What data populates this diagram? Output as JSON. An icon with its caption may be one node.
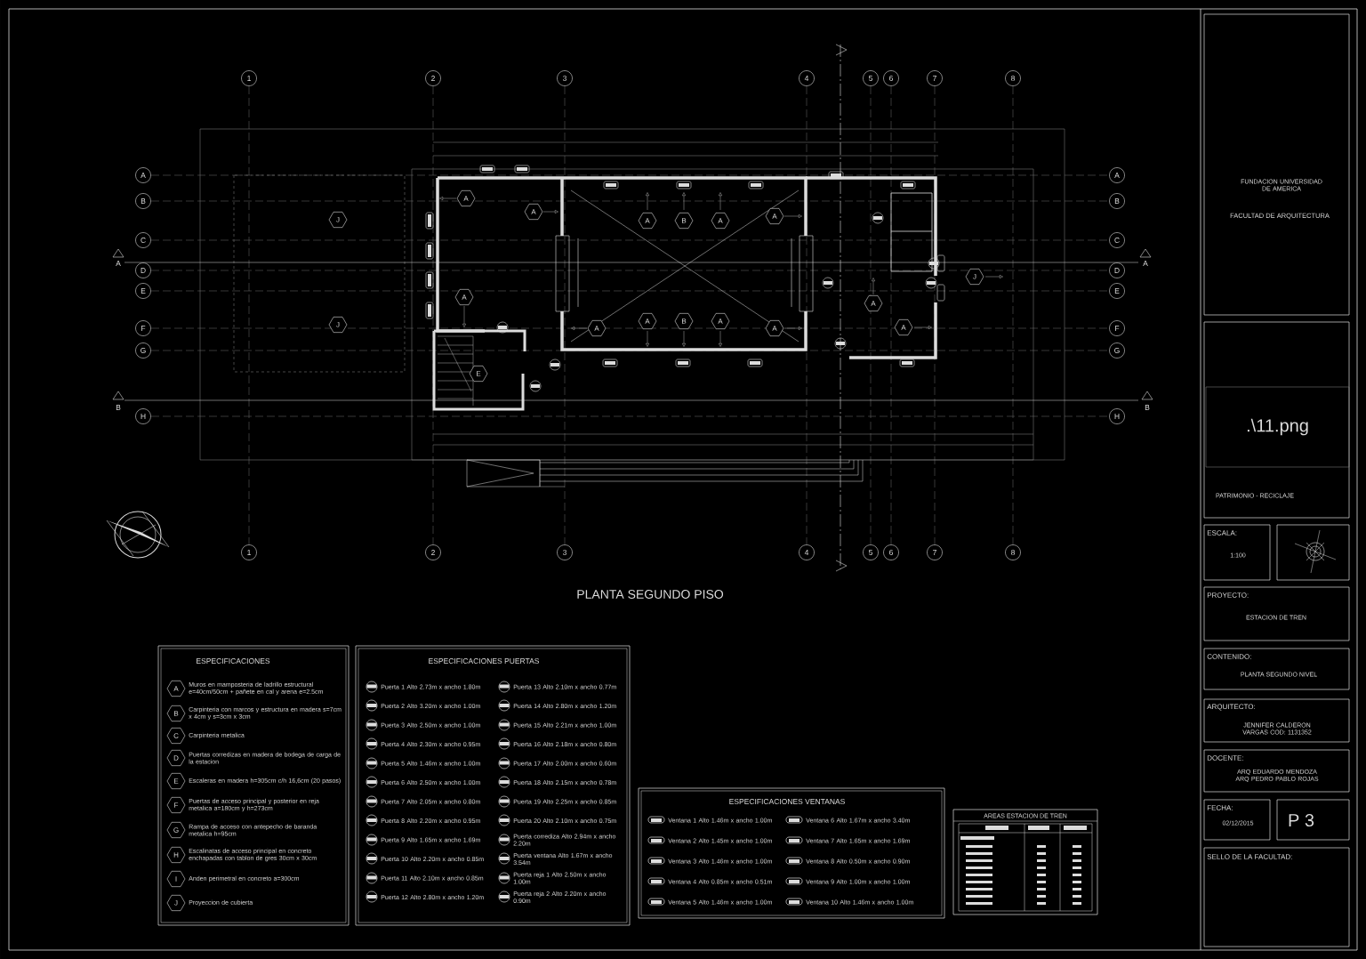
{
  "diagram": {
    "title": "PLANTA SEGUNDO PISO",
    "nodes": [
      {
        "text": [
          "ESPECIFICACIONES",
          "Muros en mamposteria de ladrillo estructural e=40cm/50cm + pañete en cal y arena e=2.5cm",
          "Carpinteria con marcos y estructura en madera s=7cm x 4cm y s=3cm x 3cm",
          "Carpinteria metalica",
          "Puertas corredizas en madera de bodega de carga de la estacion",
          "Escaleras en madera h=305cm c/h 16,6cm (20 pasos)",
          "Puertas de acceso principal y posterior en reja metalica a=180cm y h=273cm",
          "Rampa de acceso con antepecho de baranda metalica h=95cm",
          "Escalinatas de acceso principal en concreto enchapadas con tablon de gres 30cm x 30cm",
          "Anden perimetral en concreto a=300cm",
          "Proyeccion de cubierta"
        ]
      },
      {
        "text": [
          "ESPECIFICACIONES PUERTAS",
          "Puerta 1 Alto 2.73m x ancho 1.80m",
          "Puerta 2 Alto 3.20m x ancho 1.00m",
          "Puerta 3 Alto 2.50m x ancho 1.00m",
          "Puerta 4 Alto 2.30m x ancho 0.95m",
          "Puerta 5 Alto 1.46m x ancho 1.00m",
          "Puerta 6 Alto 2.50m x ancho 1.00m",
          "Puerta 7 Alto 2.05m x ancho 0.80m",
          "Puerta 8 Alto 2.20m x ancho 0.95m",
          "Puerta 9 Alto 1.65m x ancho 1.69m",
          "Puerta 10 Alto 2.20m x ancho 0.85m",
          "Puerta 11 Alto 2.10m x ancho 0.85m",
          "Puerta 12 Alto 2.80m x ancho 1.20m",
          "Puerta 13 Alto 2.10m x ancho 0.77m",
          "Puerta 14 Alto 2.80m x ancho 1.20m",
          "Puerta 15 Alto 2.21m x ancho 1.00m",
          "Puerta 16 Alto 2.18m x ancho 0.80m",
          "Puerta 17 Alto 2.00m x ancho 0.60m",
          "Puerta 18 Alto 2.15m x ancho 0.78m",
          "Puerta 19 Alto 2.25m x ancho 0.85m",
          "Puerta 20 Alto 2.10m x ancho 0.75m",
          "Puerta corrediza Alto 2.94m x ancho 2.20m",
          "Puerta ventana Alto 1.67m x ancho 3.54m",
          "Puerta reja 1 Alto 2.50m x ancho 1.00m",
          "Puerta reja 2 Alto 2.20m x ancho 0.90m"
        ]
      },
      {
        "text": [
          "ESPECIFICACIONES VENTANAS",
          "Ventana 1 Alto 1.46m x ancho 1.00m",
          "Ventana 2 Alto 1.45m x ancho 1.00m",
          "Ventana 3 Alto 1.46m x ancho 1.00m",
          "Ventana 4 Alto 0.85m x ancho 0.51m",
          "Ventana 5 Alto 1.46m x ancho 1.00m",
          "Ventana 6 Alto 1.67m x ancho 3.40m",
          "Ventana 7 Alto 1.65m x ancho 1.69m",
          "Ventana 8 Alto 0.50m x ancho 0.90m",
          "Ventana 9 Alto 1.00m x ancho 1.00m",
          "Ventana 10 Alto 1.46m x ancho 1.00m"
        ]
      },
      {
        "text": [
          "AREAS ESTACION DE TREN"
        ]
      },
      {
        "text": [
          "FUNDACION UNIVERSIDAD DE AMERICA",
          "FACULTAD DE ARQUITECTURA"
        ]
      },
      {
        "text": [
          "PATRIMONIO - RECICLAJE"
        ]
      },
      {
        "text": [
          ".\\11.png"
        ],
        "in": 5
      },
      {
        "text": [
          "ESCALA:",
          "1:100"
        ]
      },
      {
        "text": [
          "PROYECTO:",
          "ESTACION DE TREN"
        ]
      },
      {
        "text": [
          "CONTENIDO:",
          "PLANTA SEGUNDO NIVEL"
        ]
      },
      {
        "text": [
          "ARQUITECTO:",
          "JENNIFER CALDERON VARGAS COD: 1131352"
        ]
      },
      {
        "text": [
          "DOCENTE:",
          "ARQ EDUARDO MENDOZA ARQ PEDRO PABLO ROJAS"
        ]
      },
      {
        "text": [
          "FECHA:",
          "02/12/2015"
        ]
      },
      {
        "text": [
          "P 3"
        ]
      },
      {
        "text": [
          "SELLO DE LA FACULTAD:"
        ]
      }
    ],
    "labels": [
      "1",
      "2",
      "3",
      "4",
      "5",
      "6",
      "7",
      "8",
      "A",
      "A",
      "B",
      "B",
      "C",
      "C",
      "D",
      "D",
      "E",
      "E",
      "F",
      "F",
      "G",
      "G",
      "H",
      "H",
      "A",
      "A",
      "B",
      "B",
      "J",
      "J",
      "A",
      "A",
      "A",
      "B",
      "A",
      "A",
      "A",
      "A",
      "A",
      "B",
      "A",
      "A",
      "E",
      "A",
      "A",
      "J",
      "1",
      "2",
      "3",
      "4",
      "5",
      "6",
      "7",
      "8",
      "A",
      "B",
      "C",
      "D",
      "E",
      "F",
      "G",
      "H",
      "I",
      "J"
    ]
  }
}
